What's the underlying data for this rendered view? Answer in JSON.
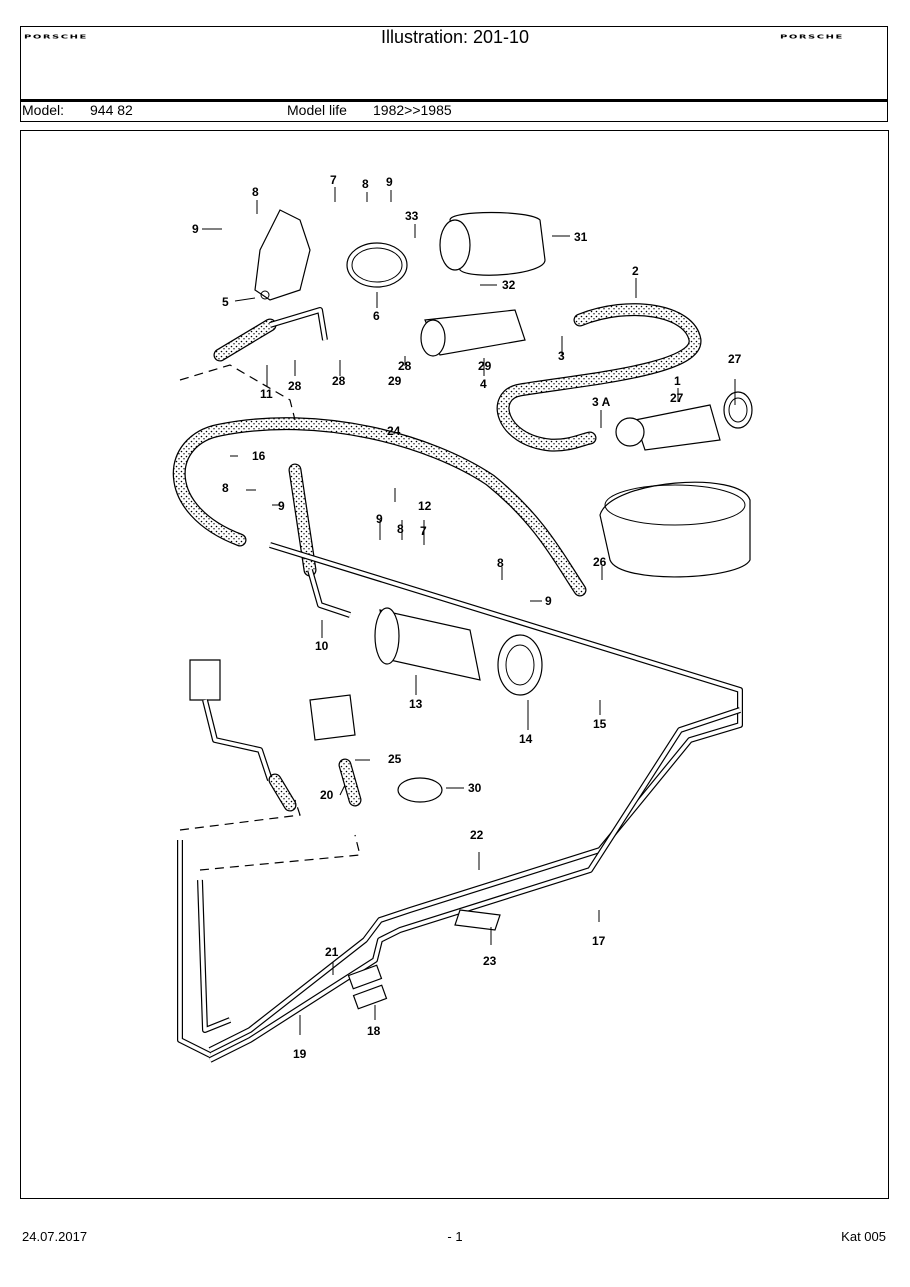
{
  "header": {
    "brand_left": "PORSCHE",
    "brand_right": "PORSCHE",
    "title": "Illustration: 201-10",
    "model_label": "Model:",
    "model_value": "944 82",
    "model_life_label": "Model life",
    "model_life_value": "1982>>1985"
  },
  "diagram": {
    "callouts": [
      "8",
      "7",
      "8",
      "9",
      "9",
      "33",
      "31",
      "2",
      "5",
      "6",
      "32",
      "3",
      "11",
      "28",
      "28",
      "28",
      "29",
      "29",
      "4",
      "27",
      "1",
      "27",
      "3 A",
      "24",
      "16",
      "8",
      "9",
      "12",
      "9",
      "8",
      "7",
      "8",
      "9",
      "26",
      "10",
      "13",
      "14",
      "15",
      "25",
      "30",
      "20",
      "22",
      "17",
      "23",
      "21",
      "18",
      "19"
    ]
  },
  "footer": {
    "date": "24.07.2017",
    "page": "- 1",
    "code": "Kat 005"
  }
}
